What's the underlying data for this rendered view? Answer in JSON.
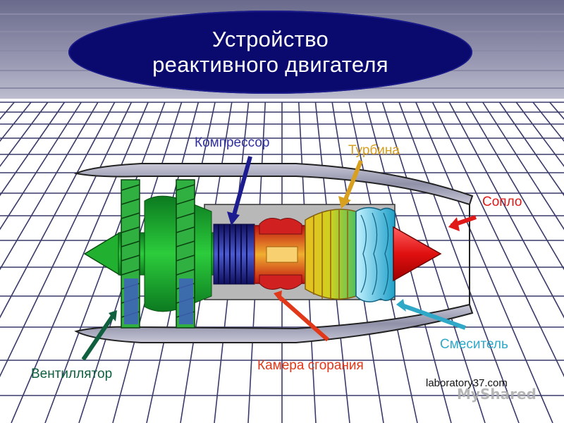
{
  "title": {
    "line1": "Устройство",
    "line2": "реактивного двигателя"
  },
  "labels": {
    "compressor": "Компрессор",
    "turbine": "Турбина",
    "nozzle": "Сопло",
    "mixer": "Смеситель",
    "fan": "Вентиллятор",
    "combustion_chamber": "Камера сгорания"
  },
  "credit": "laboratory37.com",
  "watermark": "MyShared",
  "colors": {
    "title_bg": "#0a0a6e",
    "compressor": "#3030a0",
    "turbine": "#d9a020",
    "nozzle": "#e01818",
    "mixer": "#30a8c8",
    "fan": "#106040",
    "combustion": "#e03818",
    "grid_line": "#3a3a6a"
  }
}
